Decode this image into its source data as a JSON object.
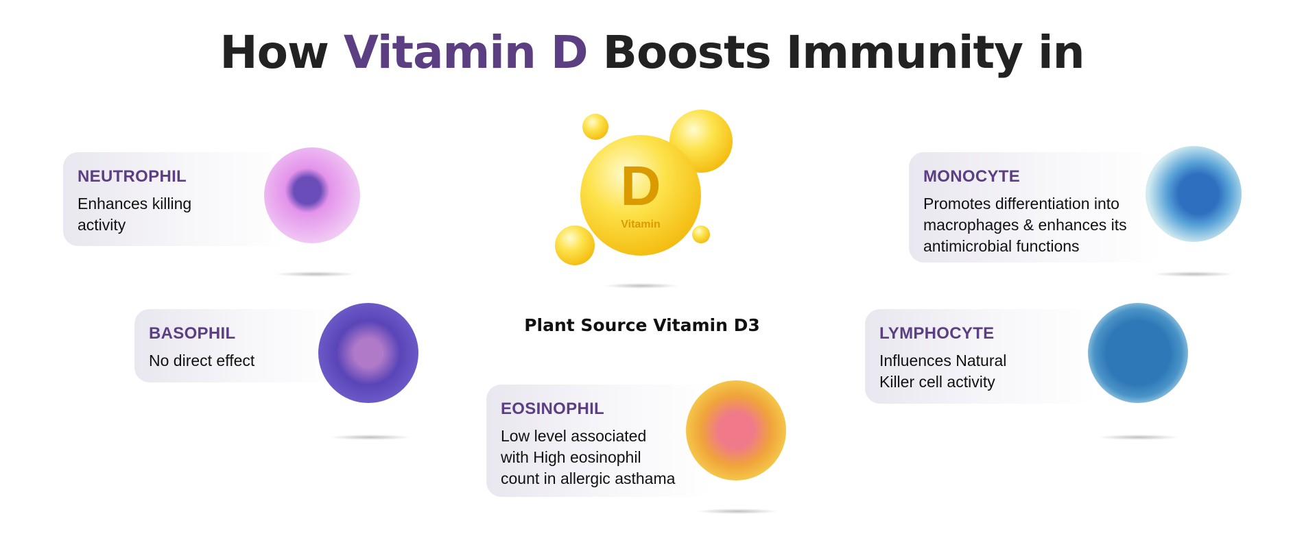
{
  "title": {
    "prefix": "How ",
    "highlight": "Vitamin D",
    "suffix": " Boosts Immunity in"
  },
  "center": {
    "ball_letter": "D",
    "ball_word": "Vitamin",
    "source": "Plant Source Vitamin D3"
  },
  "cells": [
    {
      "label": "NEUTROPHIL",
      "desc": "Enhances killing\nactivity"
    },
    {
      "label": "BASOPHIL",
      "desc": "No direct effect"
    },
    {
      "label": "EOSINOPHIL",
      "desc": "Low level associated\nwith High eosinophil\ncount in allergic asthama"
    },
    {
      "label": "MONOCYTE",
      "desc": "Promotes differentiation into\nmacrophages & enhances its\nantimicrobial functions"
    },
    {
      "label": "LYMPHOCYTE",
      "desc": "Influences Natural\nKiller cell activity"
    }
  ],
  "colors": {
    "accent": "#5b3f82",
    "text": "#111111"
  }
}
